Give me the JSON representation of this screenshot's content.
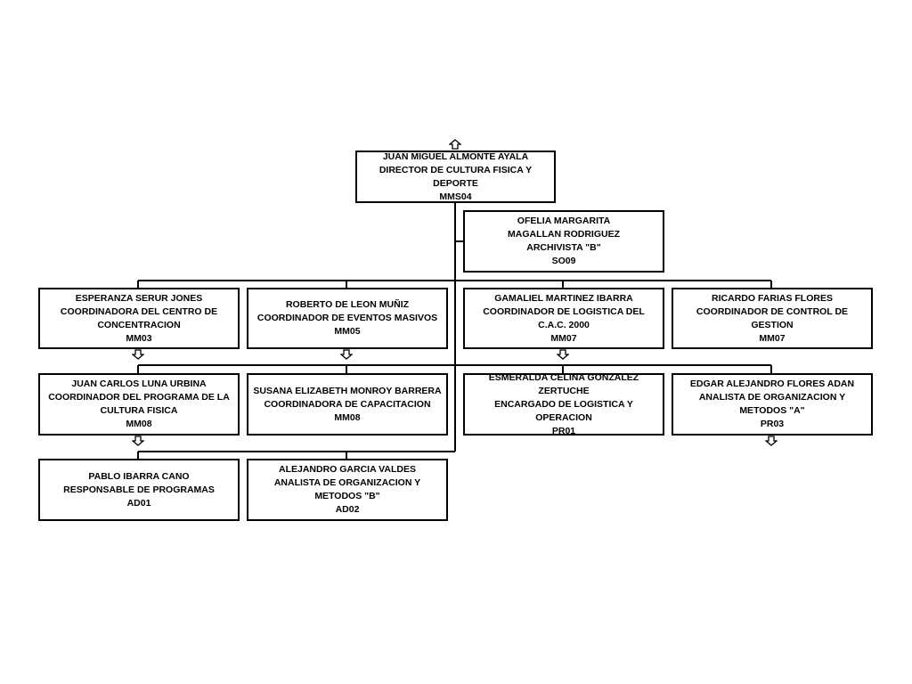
{
  "nodes": {
    "n0": {
      "name": "JUAN MIGUEL ALMONTE AYALA",
      "title": "DIRECTOR DE CULTURA FISICA Y DEPORTE",
      "code": "MMS04"
    },
    "n1": {
      "name": "OFELIA MARGARITA MAGALLAN RODRIGUEZ",
      "title": "ARCHIVISTA \"B\"",
      "code": "SO09"
    },
    "n2": {
      "name": "ESPERANZA SERUR JONES",
      "title": "COORDINADORA DEL CENTRO DE CONCENTRACION",
      "code": "MM03"
    },
    "n3": {
      "name": "ROBERTO DE LEON MUÑIZ",
      "title": "COORDINADOR DE EVENTOS MASIVOS",
      "code": "MM05"
    },
    "n4": {
      "name": "GAMALIEL MARTINEZ IBARRA",
      "title": "COORDINADOR DE LOGISTICA DEL C.A.C. 2000",
      "code": "MM07"
    },
    "n5": {
      "name": "RICARDO FARIAS FLORES",
      "title": "COORDINADOR DE CONTROL DE GESTION",
      "code": "MM07"
    },
    "n6": {
      "name": "JUAN CARLOS LUNA URBINA",
      "title": "COORDINADOR DEL PROGRAMA DE LA CULTURA FISICA",
      "code": "MM08"
    },
    "n7": {
      "name": "SUSANA ELIZABETH MONROY BARRERA",
      "title": "COORDINADORA DE CAPACITACION",
      "code": "MM08"
    },
    "n8": {
      "name": "ESMERALDA CELINA GONZALEZ ZERTUCHE",
      "title": "ENCARGADO DE LOGISTICA Y OPERACION",
      "code": "PR01"
    },
    "n9": {
      "name": "EDGAR ALEJANDRO FLORES ADAN",
      "title": "ANALISTA DE ORGANIZACION Y METODOS \"A\"",
      "code": "PR03"
    },
    "n10": {
      "name": "PABLO IBARRA CANO",
      "title": "RESPONSABLE DE PROGRAMAS",
      "code": "AD01"
    },
    "n11": {
      "name": "ALEJANDRO GARCIA VALDES",
      "title": "ANALISTA DE ORGANIZACION Y METODOS \"B\"",
      "code": "AD02"
    }
  }
}
